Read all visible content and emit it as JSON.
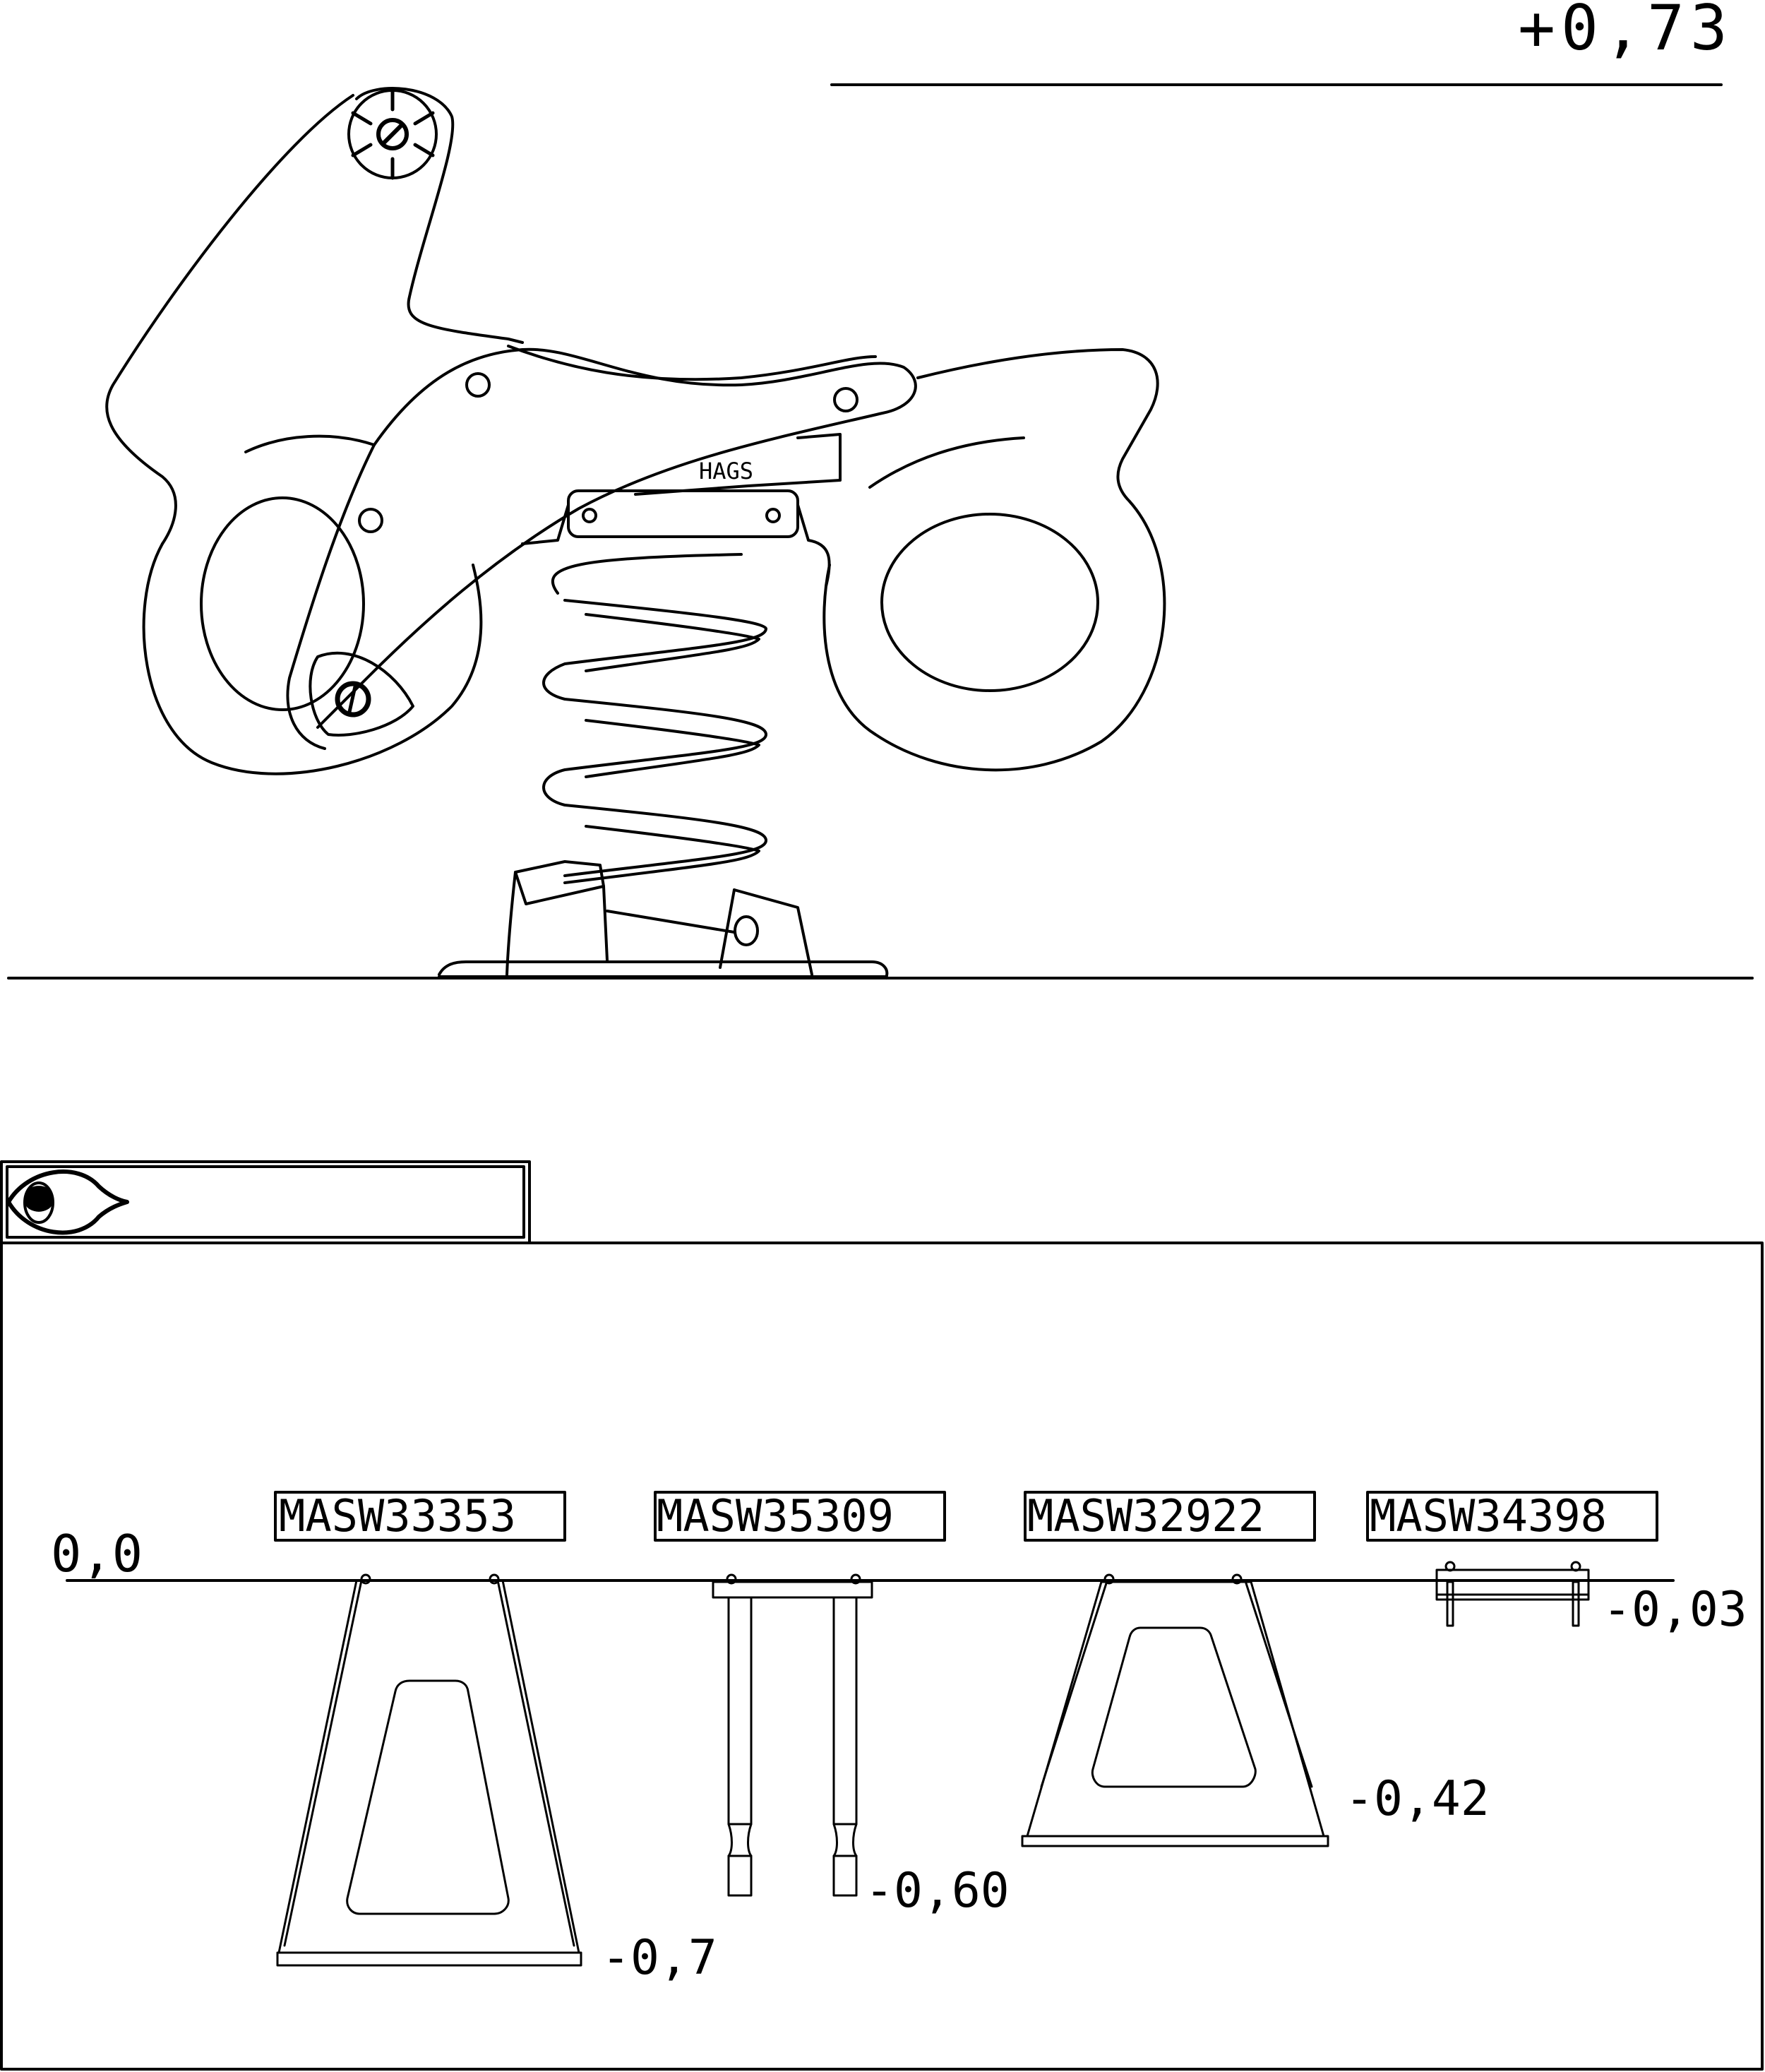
{
  "elevation": {
    "top_height_label": "+0,73",
    "ground_reference_label": "0,0"
  },
  "product": {
    "brand_label": "HAGS",
    "description": "spring rider motorbike side view"
  },
  "view_panel": {
    "icon": "eye-icon",
    "title": ""
  },
  "anchors": [
    {
      "code": "MASW33353",
      "depth_label": "-0,7"
    },
    {
      "code": "MASW35309",
      "depth_label": "-0,60"
    },
    {
      "code": "MASW32922",
      "depth_label": "-0,42"
    },
    {
      "code": "MASW34398",
      "depth_label": "-0,03"
    }
  ],
  "colors": {
    "line": "#000000",
    "background": "#ffffff"
  }
}
